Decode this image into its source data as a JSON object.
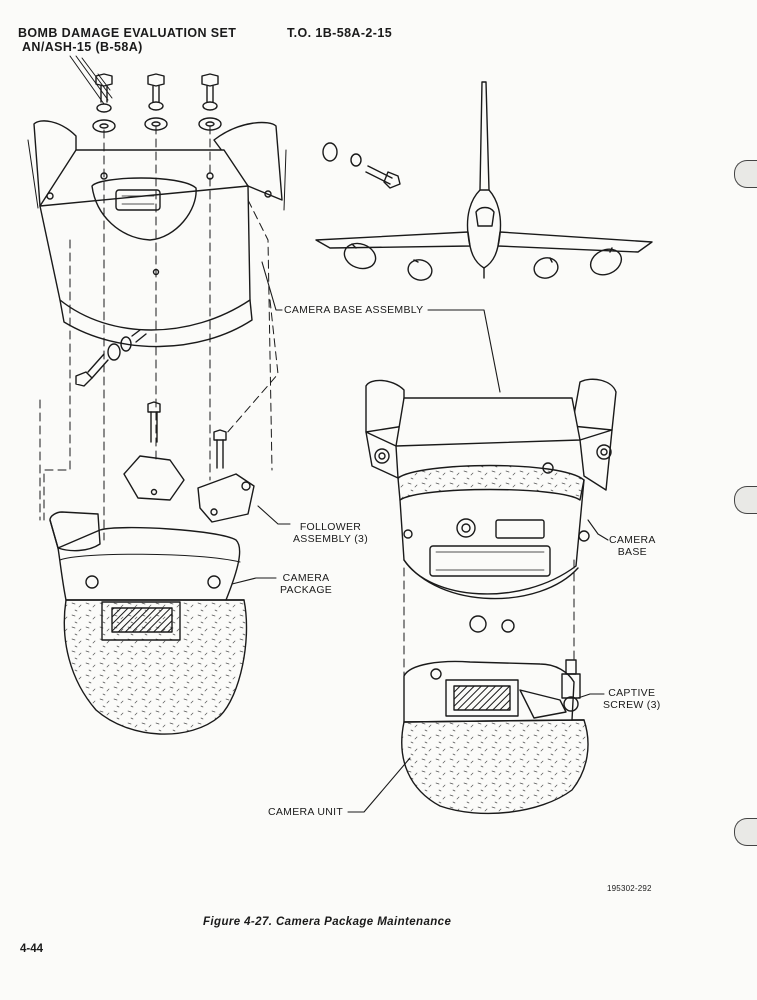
{
  "header": {
    "title_line1": "BOMB DAMAGE EVALUATION SET",
    "title_line2": "AN/ASH-15 (B-58A)",
    "tech_order": "T.O. 1B-58A-2-15"
  },
  "callouts": {
    "camera_base_assembly": "CAMERA BASE ASSEMBLY",
    "follower_assembly_line1": "FOLLOWER",
    "follower_assembly_line2": "ASSEMBLY (3)",
    "camera_package_line1": "CAMERA",
    "camera_package_line2": "PACKAGE",
    "camera_base_line1": "CAMERA",
    "camera_base_line2": "BASE",
    "captive_screw_line1": "CAPTIVE",
    "captive_screw_line2": "SCREW (3)",
    "camera_unit": "CAMERA UNIT"
  },
  "figure_number": "195302-292",
  "caption": "Figure 4-27. Camera Package Maintenance",
  "page_number": "4-44",
  "icons": [
    "aircraft-illustration",
    "exploded-view-drawing",
    "assembled-view-drawing",
    "punch-hole"
  ]
}
